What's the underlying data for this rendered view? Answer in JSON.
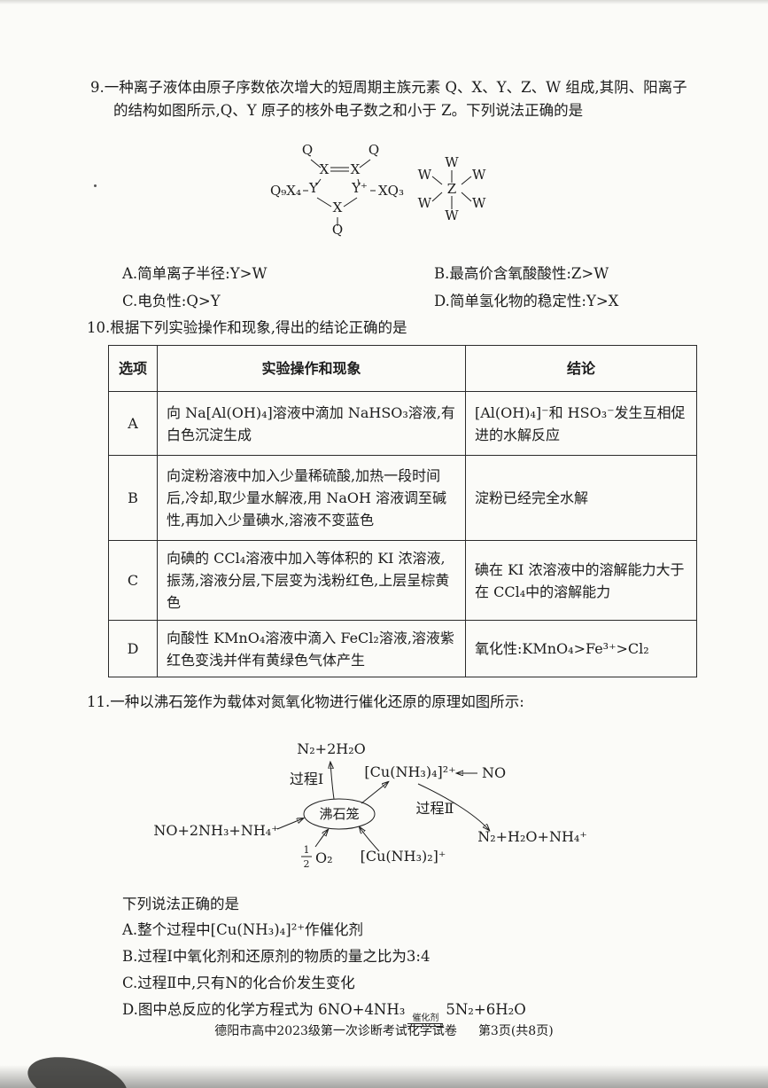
{
  "q9": {
    "number": "9.",
    "stem": "一种离子液体由原子序数依次增大的短周期主族元素 Q、X、Y、Z、W 组成,其阴、阳离子的结构如图所示,Q、Y 原子的核外电子数之和小于 Z。下列说法正确的是",
    "diagram": {
      "ring": {
        "q_top_left": "Q",
        "q_top_right": "Q",
        "x_top_left": "X",
        "x_top_right": "X",
        "y_left": "Y",
        "y_right": "Y⁺",
        "x_bottom": "X",
        "q_bottom": "Q",
        "left_group": "Q₉X₄",
        "right_group": "XQ₃"
      },
      "anion": {
        "center": "Z",
        "ligand": "W"
      }
    },
    "options": [
      {
        "label": "A.",
        "text": "简单离子半径:Y>W"
      },
      {
        "label": "B.",
        "text": "最高价含氧酸酸性:Z>W"
      },
      {
        "label": "C.",
        "text": "电负性:Q>Y"
      },
      {
        "label": "D.",
        "text": "简单氢化物的稳定性:Y>X"
      }
    ]
  },
  "q10": {
    "number": "10.",
    "stem": "根据下列实验操作和现象,得出的结论正确的是",
    "table": {
      "headers": [
        "选项",
        "实验操作和现象",
        "结论"
      ],
      "rows": [
        {
          "option": "A",
          "operation": "向 Na[Al(OH)₄]溶液中滴加 NaHSO₃溶液,有白色沉淀生成",
          "conclusion": "[Al(OH)₄]⁻和 HSO₃⁻发生互相促进的水解反应"
        },
        {
          "option": "B",
          "operation": "向淀粉溶液中加入少量稀硫酸,加热一段时间后,冷却,取少量水解液,用 NaOH 溶液调至碱性,再加入少量碘水,溶液不变蓝色",
          "conclusion": "淀粉已经完全水解"
        },
        {
          "option": "C",
          "operation": "向碘的 CCl₄溶液中加入等体积的 KI 浓溶液,振荡,溶液分层,下层变为浅粉红色,上层呈棕黄色",
          "conclusion": "碘在 KI 浓溶液中的溶解能力大于在 CCl₄中的溶解能力"
        },
        {
          "option": "D",
          "operation": "向酸性 KMnO₄溶液中滴入 FeCl₂溶液,溶液紫红色变浅并伴有黄绿色气体产生",
          "conclusion": "氧化性:KMnO₄>Fe³⁺>Cl₂"
        }
      ]
    }
  },
  "q11": {
    "number": "11.",
    "stem": "一种以沸石笼作为载体对氮氧化物进行催化还原的原理如图所示:",
    "diagram": {
      "top_product": "N₂+2H₂O",
      "process1": "过程Ⅰ",
      "cu4": "[Cu(NH₃)₄]²⁺",
      "no": "NO",
      "zeolite": "沸石笼",
      "process2": "过程Ⅱ",
      "left_input": "NO+2NH₃+NH₄⁺",
      "half": {
        "num": "1",
        "den": "2",
        "formula": "O₂"
      },
      "cu2": "[Cu(NH₃)₂]⁺",
      "right_product": "N₂+H₂O+NH₄⁺"
    },
    "substem": "下列说法正确的是",
    "options": [
      {
        "label": "A.",
        "text": "整个过程中[Cu(NH₃)₄]²⁺作催化剂"
      },
      {
        "label": "B.",
        "text": "过程Ⅰ中氧化剂和还原剂的物质的量之比为3:4"
      },
      {
        "label": "C.",
        "text": "过程Ⅱ中,只有N的化合价发生变化"
      },
      {
        "label": "D.",
        "pre": "图中总反应的化学方程式为 6NO+4NH₃",
        "catalyst": "催化剂",
        "post": "5N₂+6H₂O"
      }
    ]
  },
  "footer": {
    "left": "德阳市高中2023级第一次诊断考试化学试卷",
    "right": "第3页(共8页)"
  }
}
